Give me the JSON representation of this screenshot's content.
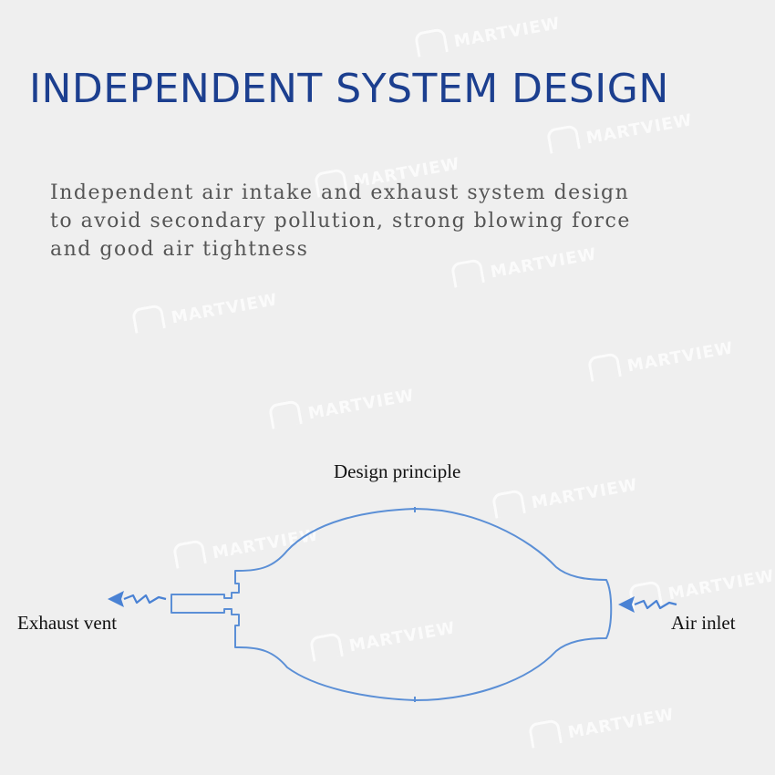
{
  "title": "INDEPENDENT SYSTEM DESIGN",
  "description": {
    "lines": [
      "Independent air intake and exhaust system design",
      "to avoid secondary pollution, strong blowing force",
      "and good air tightness"
    ]
  },
  "diagram": {
    "title": "Design principle",
    "left_label": "Exhaust vent",
    "right_label": "Air inlet",
    "outline_color": "#5b8fd6",
    "arrow_color": "#4a82d4"
  },
  "watermark": {
    "text": "MARTVIEW",
    "icon": "martview-logo-icon"
  }
}
